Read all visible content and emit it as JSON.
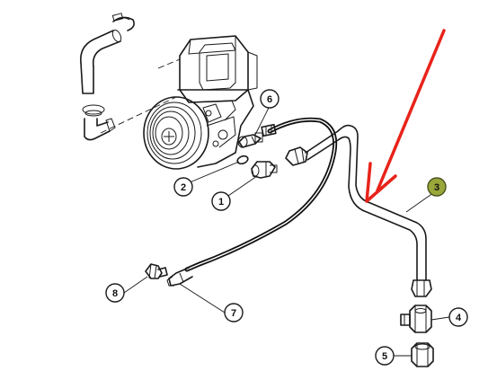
{
  "callouts": [
    {
      "id": "1",
      "label": "1",
      "highlighted": false
    },
    {
      "id": "2",
      "label": "2",
      "highlighted": false
    },
    {
      "id": "3",
      "label": "3",
      "highlighted": true
    },
    {
      "id": "4",
      "label": "4",
      "highlighted": false
    },
    {
      "id": "5",
      "label": "5",
      "highlighted": false
    },
    {
      "id": "6",
      "label": "6",
      "highlighted": false
    },
    {
      "id": "7",
      "label": "7",
      "highlighted": false
    },
    {
      "id": "8",
      "label": "8",
      "highlighted": false
    }
  ],
  "colors": {
    "line": "#1a1a1a",
    "hose": "#111111",
    "arrow": "#e8231a",
    "highlight": "#9aa73a",
    "background": "#ffffff"
  }
}
